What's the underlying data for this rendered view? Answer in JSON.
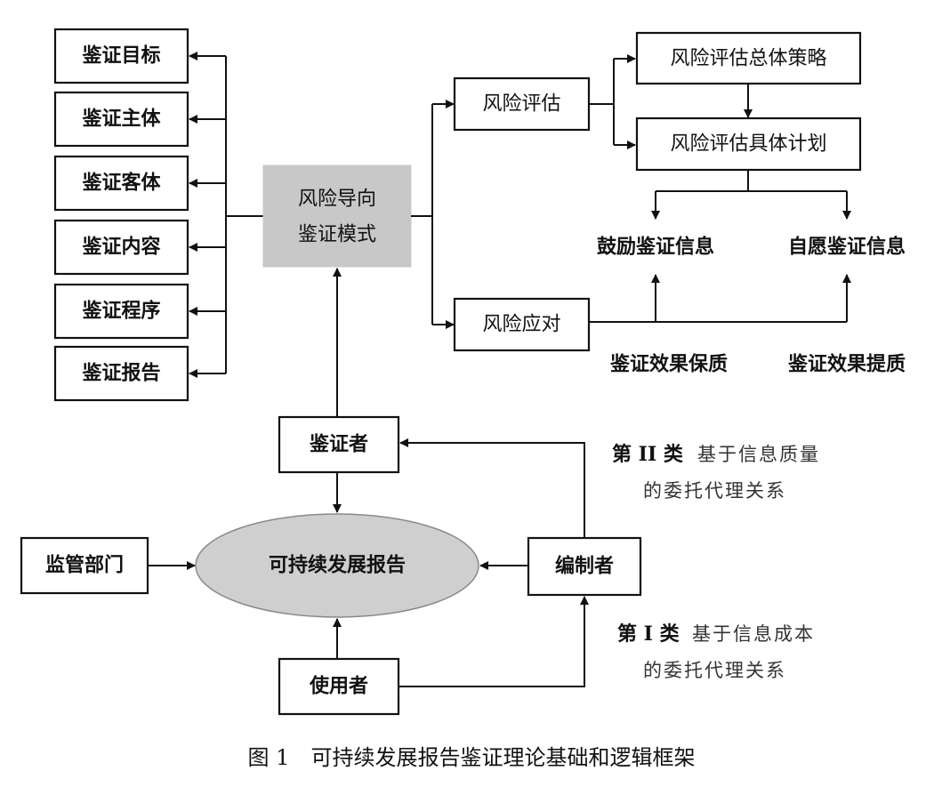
{
  "left_boxes": [
    "鉴证目标",
    "鉴证主体",
    "鉴证客体",
    "鉴证内容",
    "鉴证程序",
    "鉴证报告"
  ],
  "center_box": {
    "line1": "风险导向",
    "line2": "鉴证模式"
  },
  "risk_assessment": "风险评估",
  "risk_response": "风险应对",
  "overall_strategy": "风险评估总体策略",
  "specific_plan": "风险评估具体计划",
  "encourage_info": "鼓励鉴证信息",
  "voluntary_info": "自愿鉴证信息",
  "quality_assurance": "鉴证效果保质",
  "quality_improvement": "鉴证效果提质",
  "verifier": "鉴证者",
  "report": "可持续发展报告",
  "regulator": "监管部门",
  "compiler": "编制者",
  "user": "使用者",
  "class2": {
    "lead": "第 II 类",
    "line1": "基于信息质量",
    "line2": "的委托代理关系"
  },
  "class1": {
    "lead": "第 I 类",
    "line1": "基于信息成本",
    "line2": "的委托代理关系"
  },
  "caption": "图 1　可持续发展报告鉴证理论基础和逻辑框架"
}
